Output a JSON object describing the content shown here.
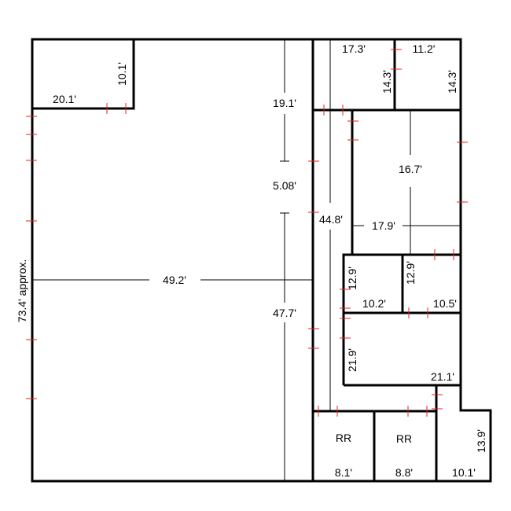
{
  "plan": {
    "overall_height": "73.4' approx.",
    "closet_top_left": {
      "width": "20.1'",
      "height": "10.1'"
    },
    "main_room": {
      "width": "49.2'",
      "height": "47.7'",
      "upper_depth": "19.1'",
      "gap": "5.08'"
    },
    "corridor_length": "44.8'",
    "office_a": {
      "width": "17.3'",
      "height": "14.3'"
    },
    "office_b": {
      "width": "11.2'",
      "height": "14.3'"
    },
    "room_c": {
      "width": "17.9'",
      "height": "16.7'"
    },
    "room_d": {
      "width": "10.2'",
      "height": "12.9'"
    },
    "room_e": {
      "width": "10.5'",
      "height": "12.9'"
    },
    "room_f": {
      "width": "21.1'",
      "height": "21.9'"
    },
    "restroom_1": {
      "label": "RR",
      "width": "8.1'"
    },
    "restroom_2": {
      "label": "RR",
      "width": "8.8'"
    },
    "room_g": {
      "width": "10.1'",
      "height": "13.9'"
    }
  },
  "colors": {
    "wall": "#000000",
    "tick": "#e8231e"
  }
}
